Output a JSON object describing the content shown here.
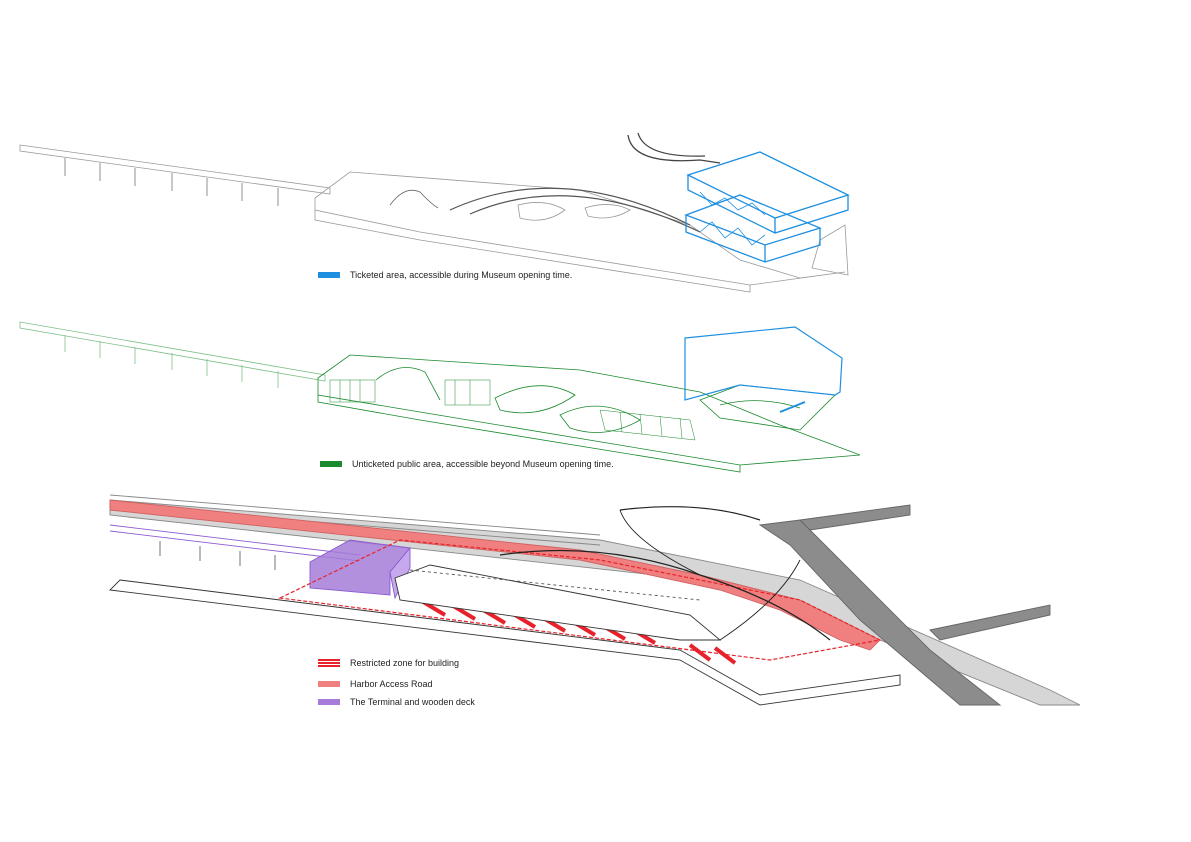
{
  "colors": {
    "ticketed": "#1e8fe0",
    "unticketed": "#1a8a2e",
    "restricted": "#e8222a",
    "harbor_road": "#f08080",
    "terminal": "#a67cd8",
    "outline": "#9a9a9a",
    "road_fill": "#8c8c8c"
  },
  "legend": {
    "ticketed": "Ticketed area, accessible during Museum opening time.",
    "unticketed": "Unticketed public area, accessible beyond Museum opening time.",
    "restricted": "Restricted zone for building",
    "harbor_road": "Harbor Access Road",
    "terminal": "The Terminal and wooden deck"
  }
}
